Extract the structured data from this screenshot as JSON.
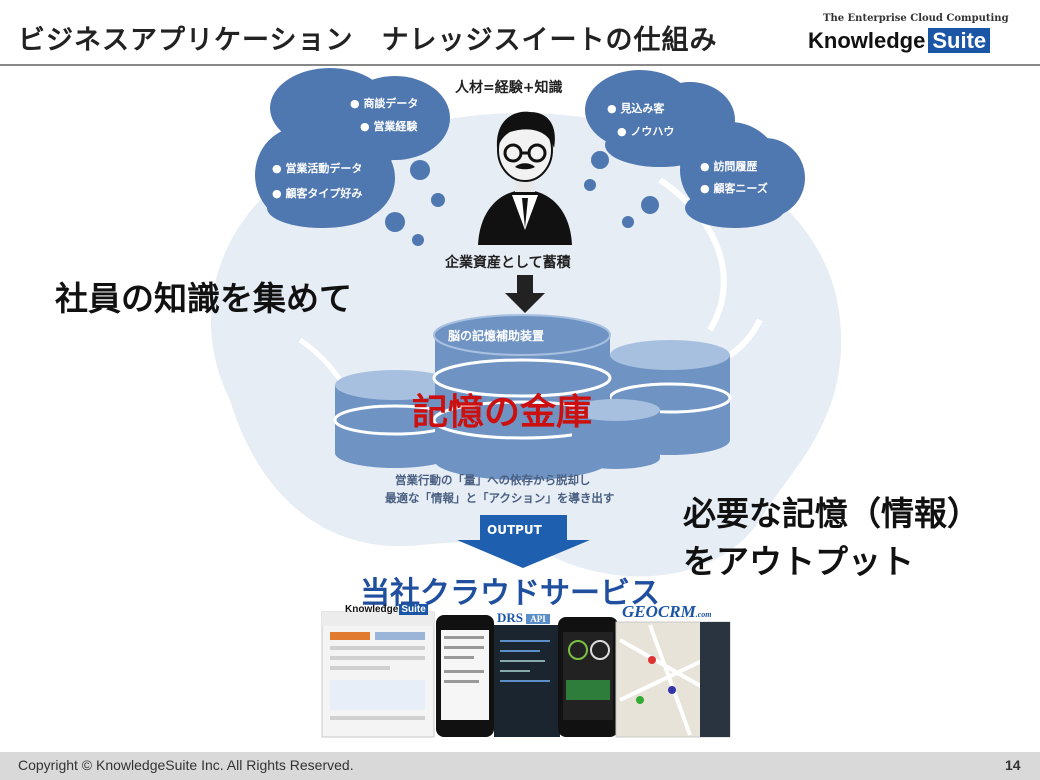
{
  "header": {
    "title": "ビジネスアプリケーション　ナレッジスイートの仕組み",
    "brand_tag": "The Enterprise Cloud Computing",
    "brand_name": "Knowledge",
    "brand_suite": "Suite"
  },
  "headlines": {
    "left": "社員の知識を集めて",
    "right_line1": "必要な記憶（情報）",
    "right_line2": "をアウトプット"
  },
  "person": {
    "formula": "人材=経験+知識",
    "caption": "企業資産として蓄積"
  },
  "bubbles": {
    "top_left": [
      "商談データ",
      "営業経験"
    ],
    "left": [
      "営業活動データ",
      "顧客タイプ好み"
    ],
    "top_right": [
      "見込み客",
      "ノウハウ"
    ],
    "right": [
      "訪問履歴",
      "顧客ニーズ"
    ]
  },
  "storage": {
    "device_label": "脳の記憶補助装置",
    "main_label": "記憶の金庫",
    "desc_line1": "営業行動の「量」への依存から脱却し",
    "desc_line2": "最適な「情報」と「アクション」を導き出す"
  },
  "output": {
    "label": "OUTPUT",
    "services_title": "当社クラウドサービス"
  },
  "products": {
    "ks_name": "Knowledge",
    "ks_suite": "Suite",
    "drs": "DRS",
    "drs_tag": "API",
    "geocrm": "GEOCRM",
    "geocrm_suffix": ".com"
  },
  "footer": {
    "copyright": "Copyright © KnowledgeSuite Inc. All Rights Reserved.",
    "page_number": "14"
  },
  "colors": {
    "bubble": "#4f77b0",
    "cylinder": "#6f94c4",
    "cylinder_top": "#a8c0e0",
    "accent_red": "#cc1010",
    "service_blue": "#1f4f9e",
    "brain_bg": "#e6edf5"
  }
}
